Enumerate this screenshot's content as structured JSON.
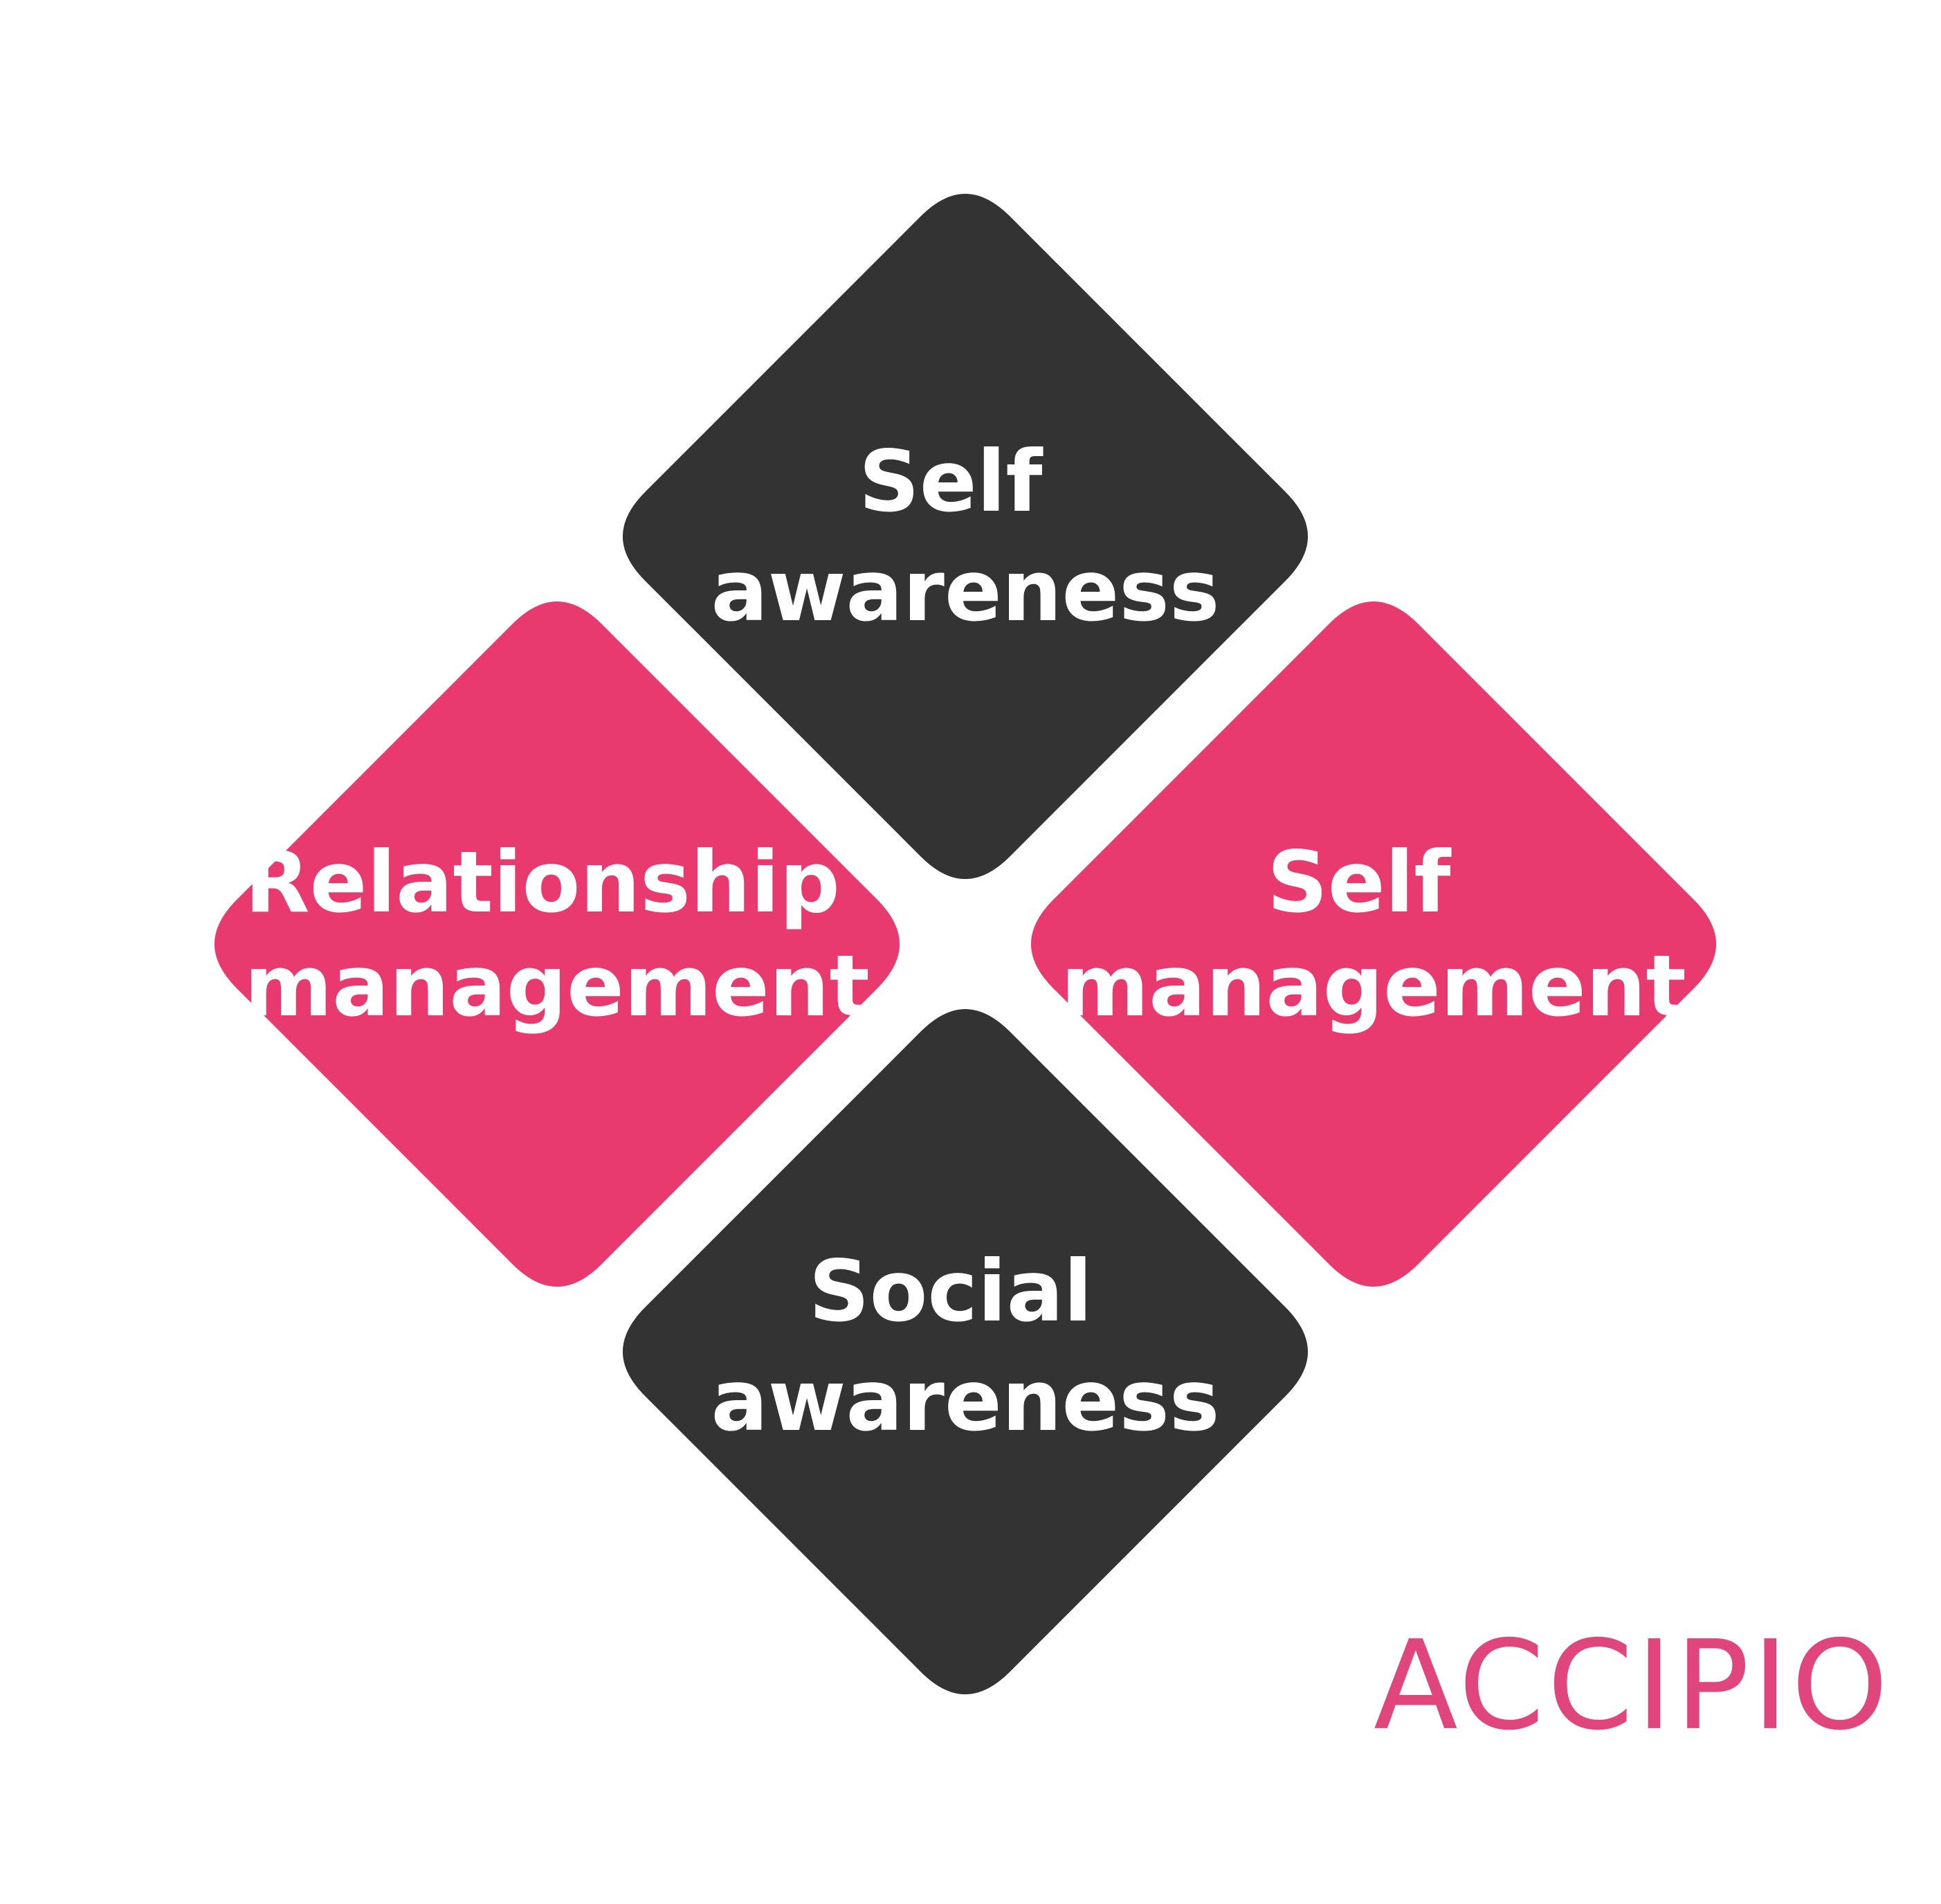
{
  "colors": {
    "dark": "#333333",
    "pink": "#e83a6e",
    "background": "#ffffff",
    "label": "#ffffff"
  },
  "diamonds": [
    {
      "id": "relationship-management",
      "fill": "pink",
      "lines": [
        "Relationship",
        "management"
      ]
    },
    {
      "id": "self-management",
      "fill": "pink",
      "lines": [
        "Self",
        "management"
      ]
    },
    {
      "id": "self-awareness",
      "fill": "dark",
      "lines": [
        "Self",
        "awareness"
      ]
    },
    {
      "id": "social-awareness",
      "fill": "dark",
      "lines": [
        "Social",
        "awareness"
      ]
    }
  ],
  "logo": {
    "text": "ACCIPIO"
  }
}
